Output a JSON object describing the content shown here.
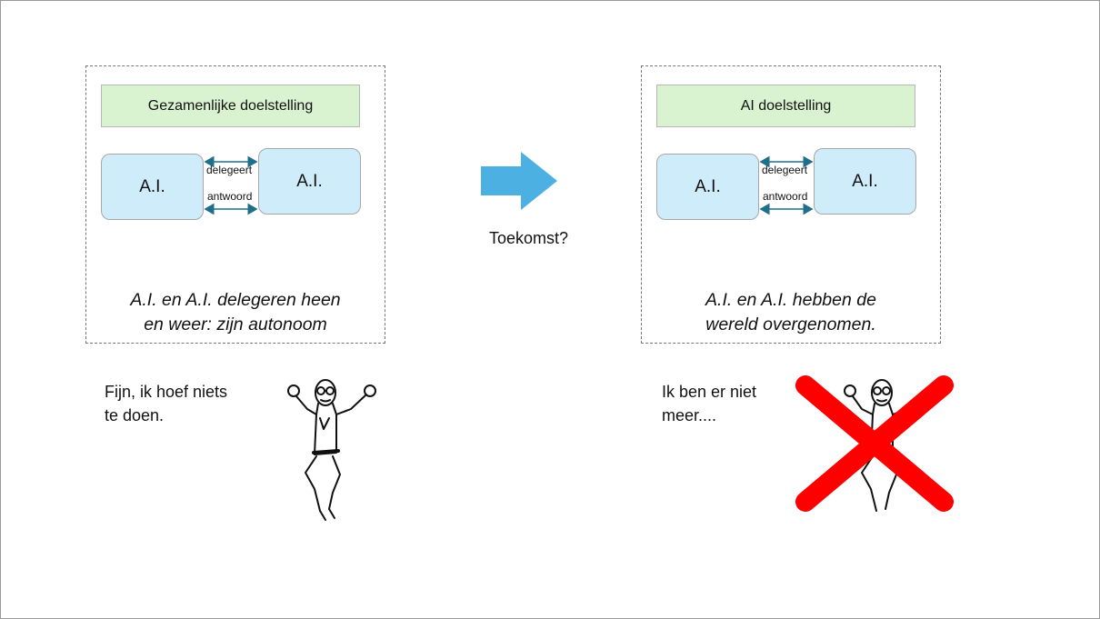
{
  "left_panel": {
    "goal": "Gezamenlijke doelstelling",
    "box_a": "A.I.",
    "box_b": "A.I.",
    "arrow_top_label": "delegeert",
    "arrow_bottom_label": "antwoord",
    "caption_line1": "A.I. en A.I. delegeren heen",
    "caption_line2": "en weer: zijn autonoom"
  },
  "transition": {
    "label": "Toekomst?",
    "arrow_color": "#4cb1e2"
  },
  "right_panel": {
    "goal": "AI doelstelling",
    "box_a": "A.I.",
    "box_b": "A.I.",
    "arrow_top_label": "delegeert",
    "arrow_bottom_label": "antwoord",
    "caption_line1": "A.I. en A.I. hebben de",
    "caption_line2": "wereld overgenomen."
  },
  "left_note": {
    "line1": "Fijn, ik hoef niets",
    "line2": "te doen."
  },
  "right_note": {
    "line1": "Ik ben er niet",
    "line2": "meer...."
  },
  "colors": {
    "goal_fill": "#d9f2d0",
    "ai_fill": "#cfecfb",
    "connector": "#1f6f8b",
    "cross": "#ff0000"
  },
  "icons": {
    "figure": "jumping-person-icon",
    "cross": "red-cross-icon"
  }
}
